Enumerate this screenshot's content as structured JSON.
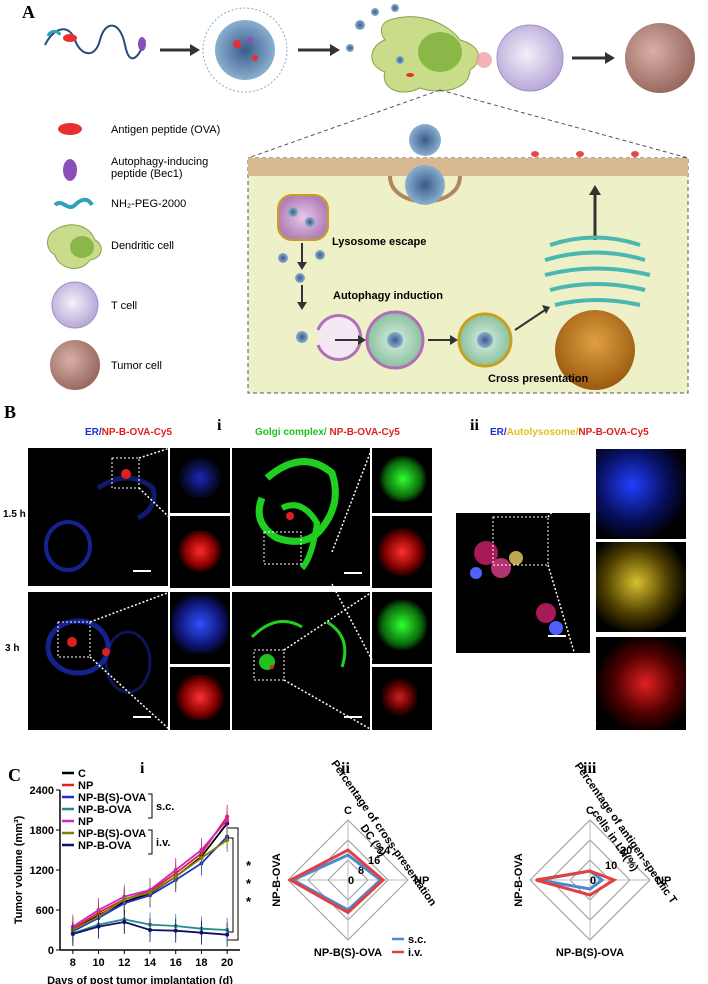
{
  "panelA": {
    "letter": "A",
    "legend": [
      {
        "text": "Antigen peptide (OVA)"
      },
      {
        "text": "Autophagy-inducing peptide (Bec1)"
      },
      {
        "text": "NH₂-PEG-2000"
      },
      {
        "text": "Dendritic cell"
      },
      {
        "text": "T cell"
      },
      {
        "text": "Tumor cell"
      }
    ],
    "labels": {
      "lysosome_escape": "Lysosome escape",
      "autophagy_induction": "Autophagy induction",
      "cross_presentation": "Cross presentation"
    }
  },
  "panelB": {
    "letter": "B",
    "sub_i": "i",
    "sub_ii": "ii",
    "title1_er": "ER/",
    "title1_np": "NP-B-OVA-Cy5",
    "title2_golgi": "Golgi complex/",
    "title2_np": " NP-B-OVA-Cy5",
    "title3_er": "ER/",
    "title3_auto": "Autolysosome/",
    "title3_np": "NP-B-OVA-Cy5",
    "time1": "1.5 h",
    "time2": "3 h",
    "colors": {
      "blue": "#1a30d0",
      "red": "#e02020",
      "green": "#20c020",
      "yellow": "#e0c020"
    }
  },
  "panelC": {
    "letter": "C",
    "sub_i": "i",
    "sub_ii": "ii",
    "sub_iii": "iii",
    "legend": [
      {
        "name": "C",
        "color": "#000000"
      },
      {
        "name": "NP",
        "color": "#e02020"
      },
      {
        "name": "NP-B(S)-OVA",
        "color": "#1a30d0"
      },
      {
        "name": "NP-B-OVA",
        "color": "#2a8a8a"
      },
      {
        "name": "NP",
        "color": "#d020d0"
      },
      {
        "name": "NP-B(S)-OVA",
        "color": "#808000"
      },
      {
        "name": "NP-B-OVA",
        "color": "#10106a"
      }
    ],
    "group_sc": "s.c.",
    "group_iv": "i.v.",
    "stars": [
      "*",
      "*",
      "*"
    ],
    "radar2_title": "Percentage of cross-presentation DC (%)",
    "radar3_title": "Percentage of antigen-specific T cells in LN(%)",
    "radar_axes": {
      "top": "C",
      "right": "NP",
      "bottom": "NP-B(S)-OVA",
      "left": "NP-B-OVA"
    },
    "radar2_ticks": [
      "0",
      "8",
      "16",
      "24"
    ],
    "radar3_ticks": [
      "0",
      "10",
      "20"
    ],
    "radar_legend": [
      {
        "name": "s.c.",
        "color": "#4a8ad0"
      },
      {
        "name": "i.v.",
        "color": "#e04040"
      }
    ]
  },
  "chart_data": [
    {
      "type": "line",
      "xlabel": "Days of post tumor implantation (d)",
      "ylabel": "Tumor volume (mm³)",
      "x": [
        8,
        10,
        12,
        14,
        16,
        18,
        20
      ],
      "xlim": [
        7,
        21
      ],
      "ylim": [
        0,
        2400
      ],
      "yticks": [
        0,
        600,
        1200,
        1800,
        2400
      ],
      "series": [
        {
          "name": "C",
          "color": "#000000",
          "values": [
            300,
            520,
            720,
            850,
            1100,
            1400,
            1900
          ]
        },
        {
          "name": "NP",
          "color": "#e02020",
          "values": [
            320,
            560,
            760,
            880,
            1150,
            1450,
            2000
          ]
        },
        {
          "name": "NP-B(S)-OVA",
          "color": "#1a30d0",
          "values": [
            280,
            480,
            700,
            820,
            1050,
            1300,
            1700
          ]
        },
        {
          "name": "NP-B-OVA",
          "color": "#2a8a8a",
          "values": [
            250,
            380,
            460,
            380,
            360,
            320,
            300
          ]
        },
        {
          "name": "NP",
          "color": "#d020d0",
          "values": [
            350,
            600,
            800,
            900,
            1200,
            1500,
            1950
          ]
        },
        {
          "name": "NP-B(S)-OVA",
          "color": "#808000",
          "values": [
            300,
            500,
            760,
            860,
            1100,
            1380,
            1650
          ]
        },
        {
          "name": "NP-B-OVA",
          "color": "#10106a",
          "values": [
            240,
            350,
            420,
            300,
            290,
            260,
            230
          ]
        }
      ]
    },
    {
      "type": "radar",
      "axes": [
        "C",
        "NP",
        "NP-B(S)-OVA",
        "NP-B-OVA"
      ],
      "range": [
        0,
        24
      ],
      "series": [
        {
          "name": "s.c.",
          "color": "#4a8ad0",
          "values": [
            10,
            13,
            12,
            22
          ]
        },
        {
          "name": "i.v.",
          "color": "#e04040",
          "values": [
            12,
            14,
            13,
            23
          ]
        }
      ]
    },
    {
      "type": "radar",
      "axes": [
        "C",
        "NP",
        "NP-B(S)-OVA",
        "NP-B-OVA"
      ],
      "range": [
        0,
        20
      ],
      "series": [
        {
          "name": "s.c.",
          "color": "#4a8ad0",
          "values": [
            3,
            4,
            3,
            17
          ]
        },
        {
          "name": "i.v.",
          "color": "#e04040",
          "values": [
            3,
            8,
            5,
            18
          ]
        }
      ]
    }
  ]
}
